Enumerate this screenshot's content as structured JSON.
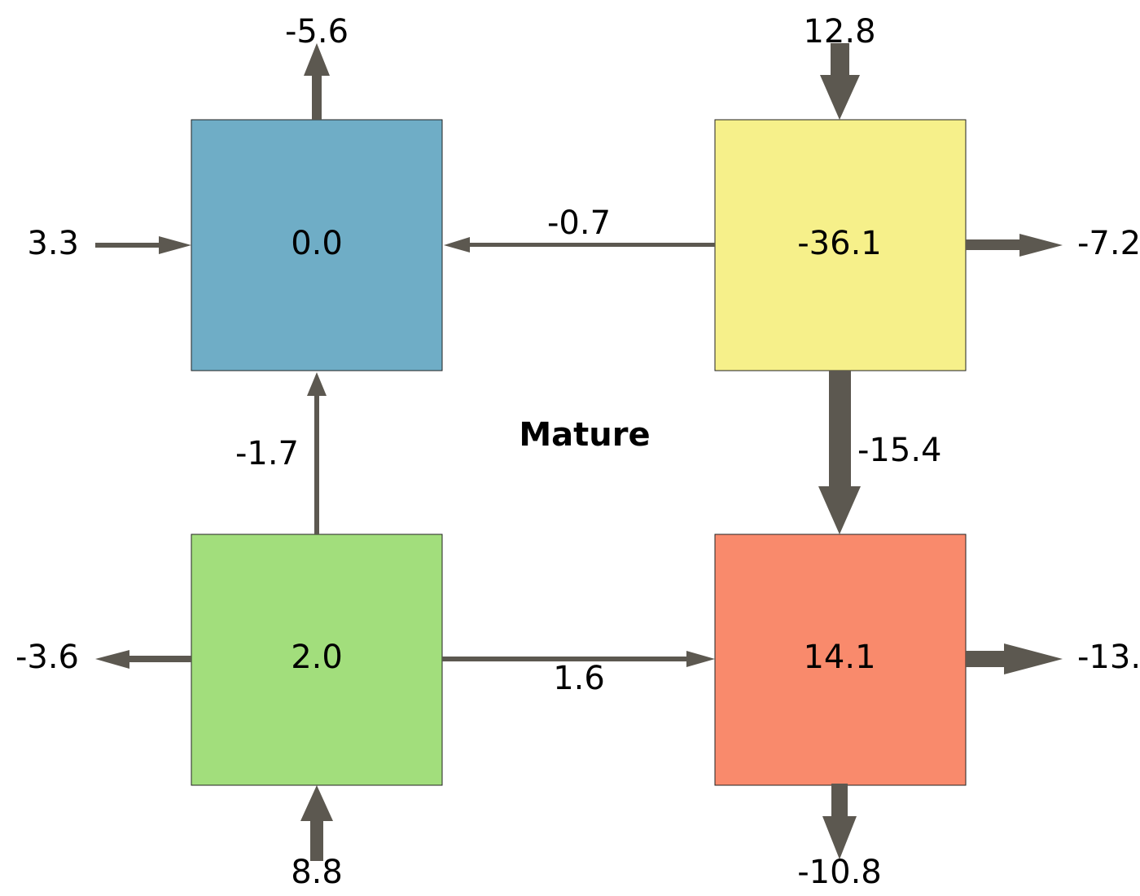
{
  "diagram": {
    "title": "Mature",
    "arrow_color": "#5c5850",
    "boxes": {
      "top_left": {
        "value": "0.0",
        "color": "#6fadc6"
      },
      "top_right": {
        "value": "-36.1",
        "color": "#f6f08a"
      },
      "bottom_left": {
        "value": "2.0",
        "color": "#a2de7c"
      },
      "bottom_right": {
        "value": "14.1",
        "color": "#f98a6c"
      }
    },
    "flows": {
      "top_left_up": "-5.6",
      "top_left_left": "3.3",
      "top_right_top": "12.8",
      "top_right_right": "-7.2",
      "top_right_to_top_left": "-0.7",
      "top_right_to_bottom_right": "-15.4",
      "bottom_left_to_top_left": "-1.7",
      "bottom_left_left": "-3.6",
      "bottom_left_bottom": "8.8",
      "bottom_left_to_bottom_right": "1.6",
      "bottom_right_right": "-13.",
      "bottom_right_bottom": "-10.8"
    }
  }
}
